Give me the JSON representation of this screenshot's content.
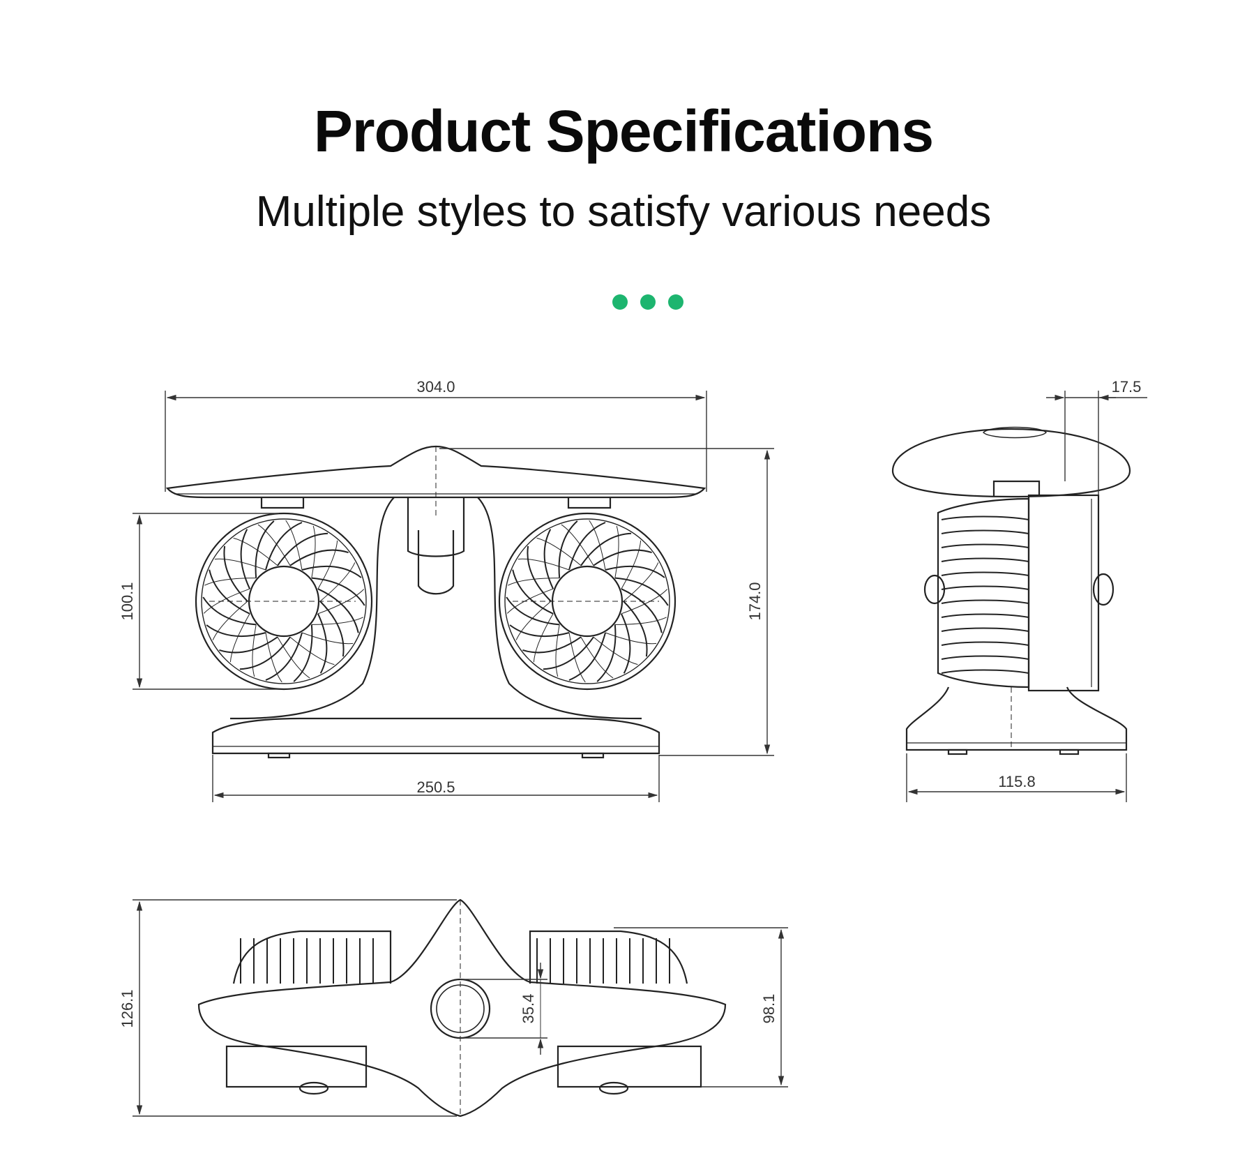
{
  "header": {
    "title": "Product Specifications",
    "subtitle": "Multiple styles to satisfy various needs",
    "dot_color": "#1db56f"
  },
  "dimensions": {
    "front_total_width": "304.0",
    "front_base_width": "250.5",
    "front_fan_height": "100.1",
    "front_total_height": "174.0",
    "side_depth_offset": "17.5",
    "side_base_width": "115.8",
    "top_total_depth": "126.1",
    "top_hub_diameter": "35.4",
    "top_fan_depth": "98.1"
  }
}
